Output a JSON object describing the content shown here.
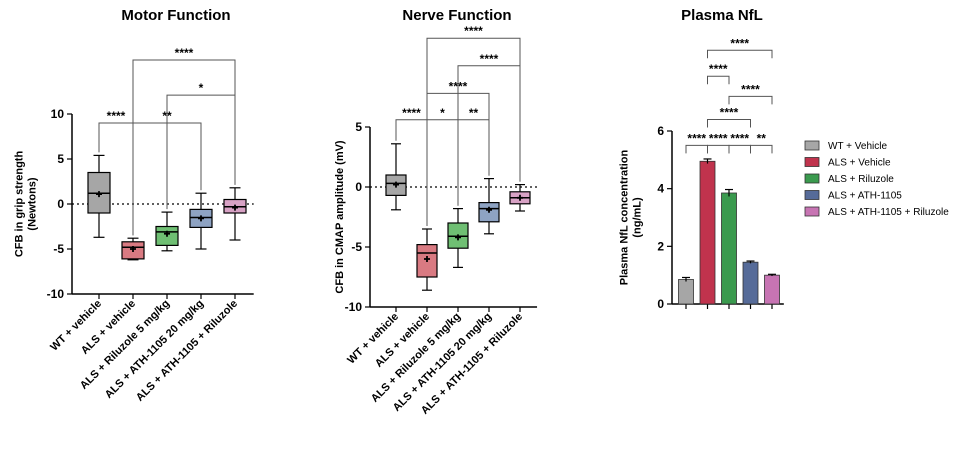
{
  "chart_data": [
    {
      "type": "box",
      "title": "Motor Function",
      "ylabel_lines": [
        "CFB in grip strength",
        "(Newtons)"
      ],
      "ylim": [
        -10,
        10
      ],
      "yticks": [
        "-10",
        "-5",
        "0",
        "5",
        "10"
      ],
      "categories": [
        "WT + vehicle",
        "ALS + vehicle",
        "ALS + Riluzole 5 mg/kg",
        "ALS + ATH-1105 20 mg/kg",
        "ALS + ATH-1105 + Riluzole"
      ],
      "colors": [
        "#a6a6a6",
        "#d97a82",
        "#6fbf73",
        "#8ea3c3",
        "#d8a2c5"
      ],
      "boxes": [
        {
          "min": -3.7,
          "q1": -1.0,
          "median": 1.2,
          "q3": 3.5,
          "max": 5.4,
          "mean": 1.1
        },
        {
          "min": -6.2,
          "q1": -6.1,
          "median": -4.8,
          "q3": -4.2,
          "max": -3.8,
          "mean": -5.0
        },
        {
          "min": -5.2,
          "q1": -4.6,
          "median": -3.1,
          "q3": -2.5,
          "max": -0.9,
          "mean": -3.3
        },
        {
          "min": -5.0,
          "q1": -2.6,
          "median": -1.5,
          "q3": -0.6,
          "max": 1.2,
          "mean": -1.6
        },
        {
          "min": -4.0,
          "q1": -1.0,
          "median": -0.3,
          "q3": 0.5,
          "max": 1.8,
          "mean": -0.4
        }
      ],
      "zero_line": true,
      "comparisons": [
        {
          "from": 0,
          "to": 1,
          "label": "****",
          "level": 9.0
        },
        {
          "from": 1,
          "to": 3,
          "label": "**",
          "level": 9.0
        },
        {
          "from": 2,
          "to": 4,
          "label": "*",
          "level": 12.1
        },
        {
          "from": 1,
          "to": 4,
          "label": "****",
          "level": 16.0
        }
      ]
    },
    {
      "type": "box",
      "title": "Nerve Function",
      "ylabel_lines": [
        "CFB in CMAP amplitude (mV)"
      ],
      "ylim": [
        -10,
        5
      ],
      "yticks": [
        "-10",
        "-5",
        "0",
        "5"
      ],
      "categories": [
        "WT + vehicle",
        "ALS + vehicle",
        "ALS + Riluzole 5 mg/kg",
        "ALS + ATH-1105 20 mg/kg",
        "ALS + ATH-1105 + Riluzole"
      ],
      "colors": [
        "#a6a6a6",
        "#d97a82",
        "#6fbf73",
        "#8ea3c3",
        "#d8a2c5"
      ],
      "boxes": [
        {
          "min": -1.9,
          "q1": -0.7,
          "median": 0.3,
          "q3": 1.0,
          "max": 3.6,
          "mean": 0.2
        },
        {
          "min": -8.6,
          "q1": -7.5,
          "median": -5.5,
          "q3": -4.8,
          "max": -3.5,
          "mean": -6.0
        },
        {
          "min": -6.7,
          "q1": -5.1,
          "median": -4.1,
          "q3": -3.0,
          "max": -1.8,
          "mean": -4.2
        },
        {
          "min": -3.9,
          "q1": -2.9,
          "median": -1.8,
          "q3": -1.3,
          "max": 0.7,
          "mean": -1.9
        },
        {
          "min": -2.0,
          "q1": -1.4,
          "median": -0.9,
          "q3": -0.4,
          "max": 0.2,
          "mean": -0.9
        }
      ],
      "zero_line": true,
      "comparisons": [
        {
          "from": 0,
          "to": 1,
          "label": "****",
          "level": 5.6
        },
        {
          "from": 1,
          "to": 2,
          "label": "*",
          "level": 5.6
        },
        {
          "from": 2,
          "to": 3,
          "label": "**",
          "level": 5.6
        },
        {
          "from": 1,
          "to": 3,
          "label": "****",
          "level": 7.8
        },
        {
          "from": 2,
          "to": 4,
          "label": "****",
          "level": 10.1
        },
        {
          "from": 1,
          "to": 4,
          "label": "****",
          "level": 12.4
        }
      ]
    },
    {
      "type": "bar",
      "title": "Plasma NfL",
      "ylabel_lines": [
        "Plasma NfL concentration",
        "(ng/mL)"
      ],
      "ylim": [
        0,
        6
      ],
      "yticks": [
        "0",
        "2",
        "4",
        "6"
      ],
      "categories": [
        "WT + Vehicle",
        "ALS + Vehicle",
        "ALS + Riluzole",
        "ALS + ATH-1105",
        "ALS + ATH-1105 + Riluzole"
      ],
      "colors": [
        "#a6a6a6",
        "#c0334d",
        "#3a9a4e",
        "#566b99",
        "#c774b3"
      ],
      "values": [
        0.85,
        4.95,
        3.85,
        1.45,
        1.0
      ],
      "errors": [
        0.07,
        0.08,
        0.12,
        0.04,
        0.03
      ],
      "comparisons": [
        {
          "from": 0,
          "to": 1,
          "label": "****",
          "level": 5.5
        },
        {
          "from": 1,
          "to": 2,
          "label": "****",
          "level": 5.5
        },
        {
          "from": 2,
          "to": 3,
          "label": "****",
          "level": 5.5
        },
        {
          "from": 3,
          "to": 4,
          "label": "**",
          "level": 5.5
        },
        {
          "from": 1,
          "to": 3,
          "label": "****",
          "level": 6.4
        },
        {
          "from": 2,
          "to": 4,
          "label": "****",
          "level": 7.2
        },
        {
          "from": 1,
          "to": 2,
          "label": "****",
          "level": 7.9
        },
        {
          "from": 1,
          "to": 4,
          "label": "****",
          "level": 8.8
        }
      ],
      "legend": [
        "WT + Vehicle",
        "ALS + Vehicle",
        "ALS + Riluzole",
        "ALS + ATH-1105",
        "ALS + ATH-1105 + Riluzole"
      ]
    }
  ]
}
